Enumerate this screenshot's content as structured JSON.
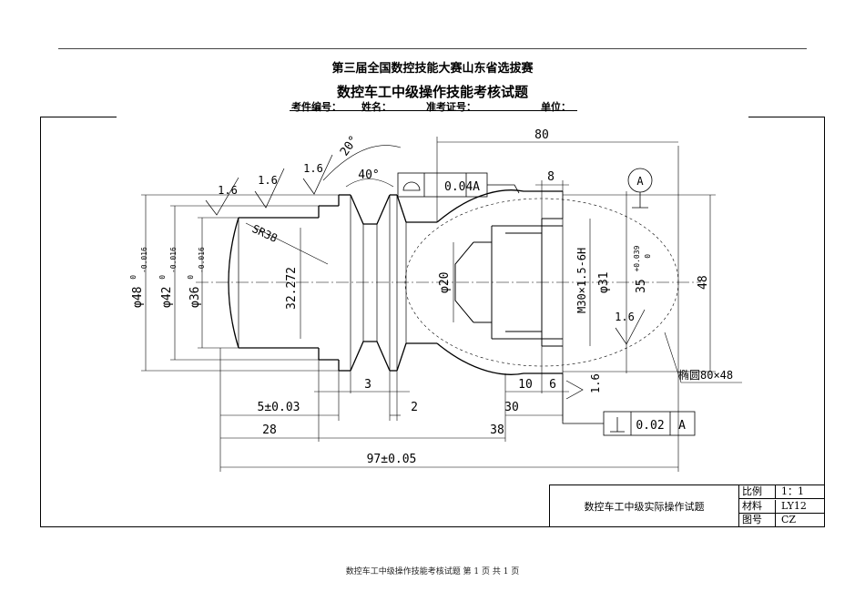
{
  "header": {
    "contest_title": "第三届全国数控技能大赛山东省选拔赛",
    "exam_title": "数控车工中级操作技能考核试题",
    "fields": {
      "part_no": "考件编号：",
      "name": "姓名：",
      "ticket_no": "准考证号：",
      "unit": "单位："
    }
  },
  "drawing": {
    "dims": {
      "total_length": "97±0.05",
      "length_80": "80",
      "length_38": "38",
      "length_28": "28",
      "length_30": "30",
      "length_10": "10",
      "length_6": "6",
      "length_8": "8",
      "length_5": "5±0.03",
      "length_3": "3",
      "length_2": "2",
      "dia_48_base": "φ48",
      "dia_48_tol_upper": "0",
      "dia_48_tol_lower": "-0.016",
      "dia_42_base": "φ42",
      "dia_42_tol_upper": "0",
      "dia_42_tol_lower": "-0.016",
      "dia_36_base": "φ36",
      "dia_36_tol_upper": "0",
      "dia_36_tol_lower": "-0.016",
      "dia_32": "32.272",
      "dia_20": "φ20",
      "thread": "M30×1.5-6H",
      "dia_31": "φ31",
      "dia_35_base": "35",
      "dia_35_tol_upper": "+0.039",
      "dia_35_tol_lower": "0",
      "height_48": "48",
      "sr": "SR38",
      "angle_20": "20°",
      "angle_40": "40°",
      "ellipse": "椭圆80×48"
    },
    "roughness": [
      "1.6",
      "1.6",
      "1.6",
      "1.6",
      "1.6"
    ],
    "tolerance_frames": {
      "profile": {
        "value": "0.04",
        "datum": "A"
      },
      "perpendicular": {
        "value": "0.02",
        "datum": "A"
      }
    },
    "datum_label": "A"
  },
  "title_block": {
    "name": "数控车工中级实际操作试题",
    "rows": [
      {
        "key": "比例",
        "value": "1：1"
      },
      {
        "key": "材料",
        "value": "LY12"
      },
      {
        "key": "图号",
        "value": "CZ"
      }
    ]
  },
  "footer": "数控车工中级操作技能考核试题 第 1 页 共 1 页"
}
